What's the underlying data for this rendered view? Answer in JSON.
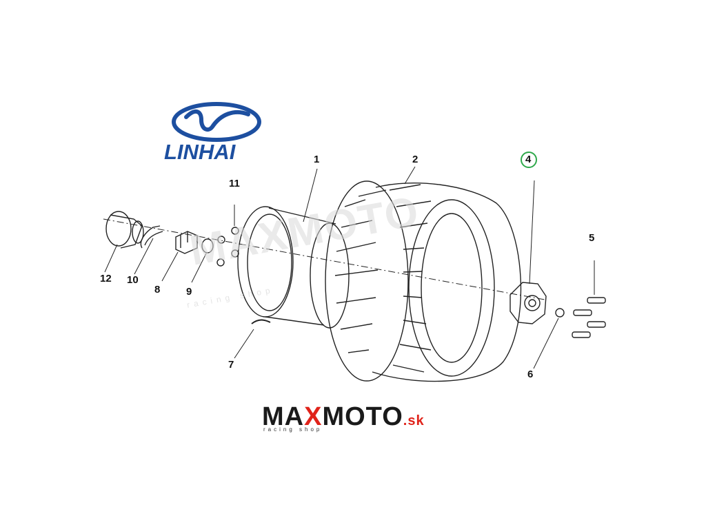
{
  "brand": {
    "name": "LINHAI"
  },
  "watermark": {
    "name": "MAXMOTO",
    "sub": "racing shop"
  },
  "footer_logo": {
    "max": "MA",
    "x": "X",
    "moto": "MOTO",
    "domain": ".sk",
    "tagline": "racing shop"
  },
  "callouts": [
    {
      "id": "1",
      "label": "1"
    },
    {
      "id": "2",
      "label": "2"
    },
    {
      "id": "4",
      "label": "4",
      "highlighted": true
    },
    {
      "id": "5",
      "label": "5"
    },
    {
      "id": "6",
      "label": "6"
    },
    {
      "id": "7",
      "label": "7"
    },
    {
      "id": "8",
      "label": "8"
    },
    {
      "id": "9",
      "label": "9"
    },
    {
      "id": "10",
      "label": "10"
    },
    {
      "id": "11",
      "label": "11"
    },
    {
      "id": "12",
      "label": "12"
    }
  ],
  "colors": {
    "brand_blue": "#1d4fa0",
    "highlight_green": "#2ea84a",
    "logo_red": "#e0231a",
    "line": "#222222"
  }
}
